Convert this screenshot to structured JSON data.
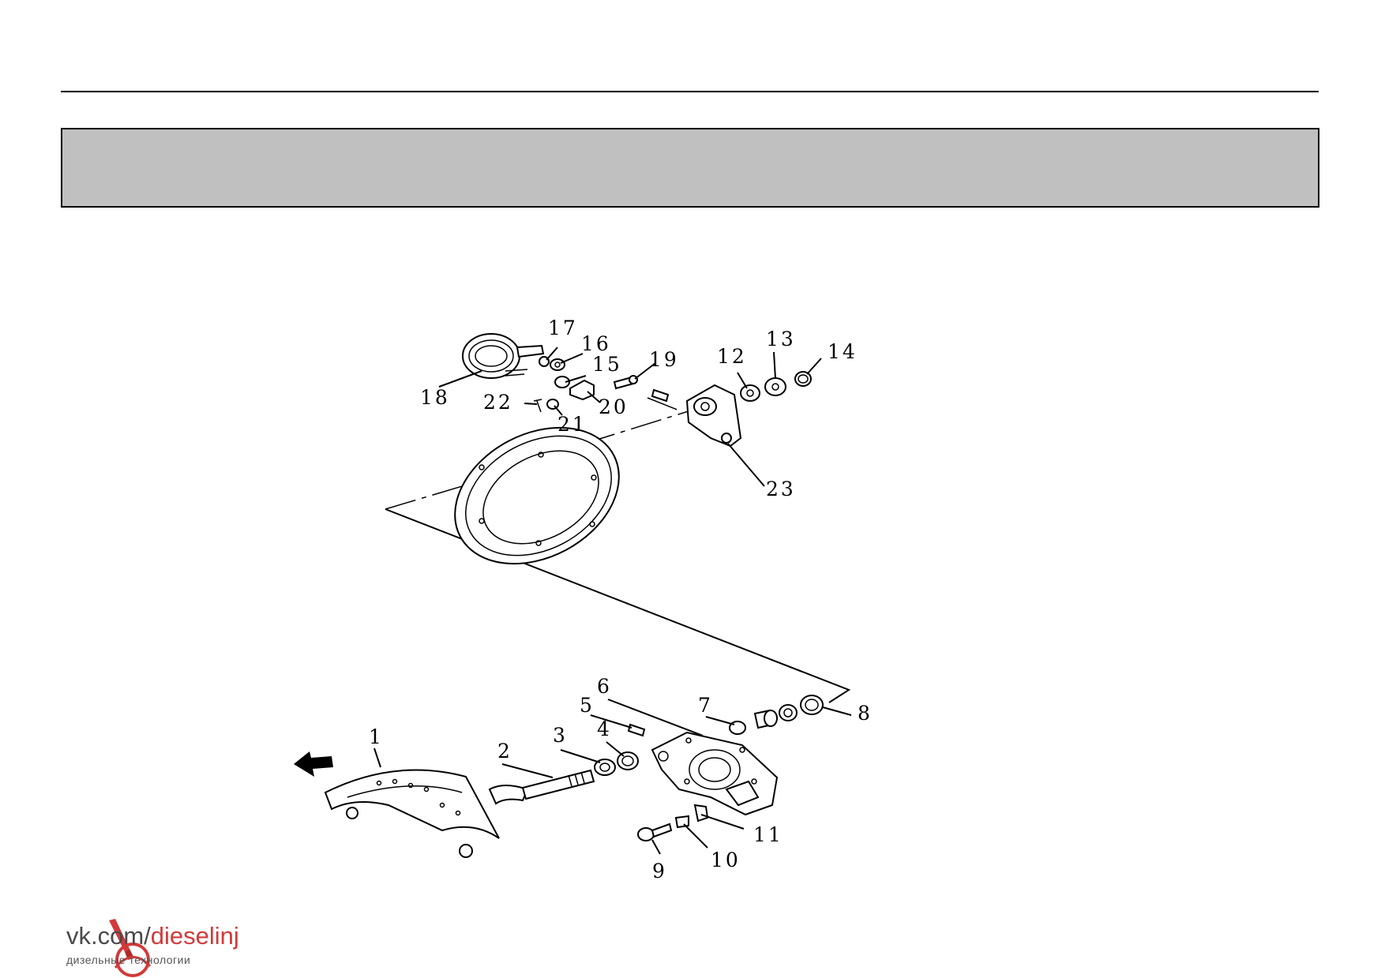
{
  "callouts": [
    {
      "id": "1",
      "label": "1"
    },
    {
      "id": "2",
      "label": "2"
    },
    {
      "id": "3",
      "label": "3"
    },
    {
      "id": "4",
      "label": "4"
    },
    {
      "id": "5",
      "label": "5"
    },
    {
      "id": "6",
      "label": "6"
    },
    {
      "id": "7",
      "label": "7"
    },
    {
      "id": "8",
      "label": "8"
    },
    {
      "id": "9",
      "label": "9"
    },
    {
      "id": "10",
      "label": "10"
    },
    {
      "id": "11",
      "label": "11"
    },
    {
      "id": "12",
      "label": "12"
    },
    {
      "id": "13",
      "label": "13"
    },
    {
      "id": "14",
      "label": "14"
    },
    {
      "id": "15",
      "label": "15"
    },
    {
      "id": "16",
      "label": "16"
    },
    {
      "id": "17",
      "label": "17"
    },
    {
      "id": "18",
      "label": "18"
    },
    {
      "id": "19",
      "label": "19"
    },
    {
      "id": "20",
      "label": "20"
    },
    {
      "id": "21",
      "label": "21"
    },
    {
      "id": "22",
      "label": "22"
    },
    {
      "id": "23",
      "label": "23"
    }
  ],
  "watermark": {
    "site_prefix": "vk.com/",
    "site_name": "dieselinj",
    "tagline": "дизельные технологии",
    "accent_color": "#d23a3a"
  },
  "colors": {
    "header_band": "#c0c0c0",
    "line": "#000000"
  }
}
